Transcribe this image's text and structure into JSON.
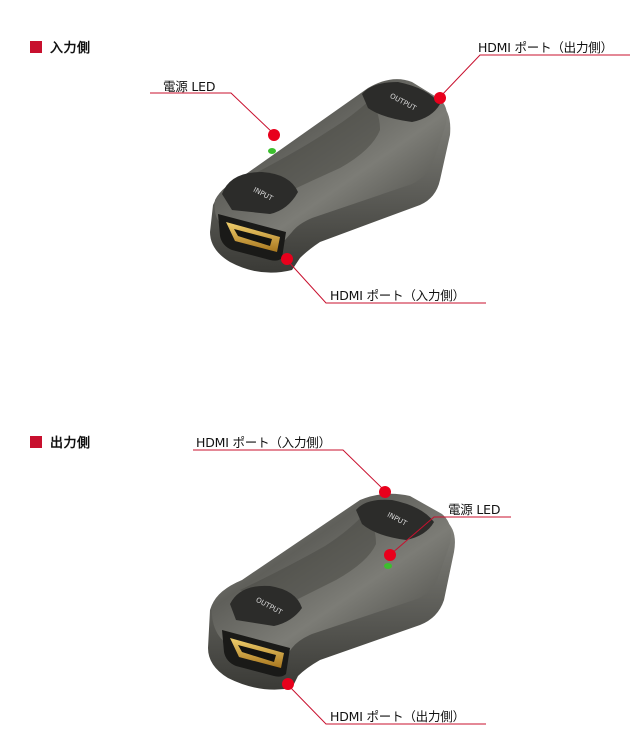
{
  "colors": {
    "accent": "#c8102e",
    "body_metal": "#6f6f6a",
    "led": "#3cbf2e",
    "connector_gold": "#d8a63a"
  },
  "section_top": {
    "title": "入力側",
    "device_input_label": "INPUT",
    "device_output_label": "OUTPUT",
    "callouts": {
      "led": "電源 LED",
      "output_port": "HDMI ポート（出力側）",
      "input_port": "HDMI ポート（入力側）"
    }
  },
  "section_bottom": {
    "title": "出力側",
    "device_input_label": "INPUT",
    "device_output_label": "OUTPUT",
    "callouts": {
      "input_port": "HDMI ポート（入力側）",
      "led": "電源 LED",
      "output_port": "HDMI ポート（出力側）"
    }
  }
}
